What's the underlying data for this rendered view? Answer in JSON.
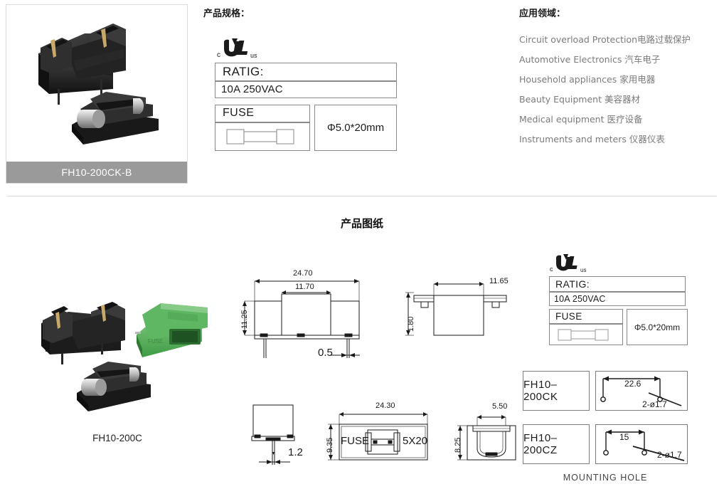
{
  "top": {
    "product_photo": {
      "caption": "FH10-200CK-B",
      "alt_name": "fuse-holder-photo"
    },
    "spec_heading": "产品规格：",
    "spec_table": {
      "ul_mark": "ul-certification-mark",
      "ul_prefix": "c",
      "ul_suffix": "us",
      "rating_label": "RATIG:",
      "rating_value": "10A 250VAC",
      "fuse_label": "FUSE",
      "fuse_symbol": "fuse-cartridge-symbol",
      "fuse_dimension": "Φ5.0*20mm"
    },
    "applications_heading": "应用领域：",
    "applications": [
      "Circuit overload Protection电路过载保护",
      "Automotive Electronics 汽车电子",
      "Household appliances 家用电器",
      "Beauty Equipment 美容器材",
      "Medical equipment 医疗设备",
      "Instruments and meters 仪器仪表"
    ]
  },
  "drawings": {
    "section_title": "产品图纸",
    "photo_caption": "FH10-200C",
    "front_view": {
      "overall_width": "24.70",
      "inner_width": "11.70",
      "height": "11.25",
      "pin_width": "0.5"
    },
    "top_view": {
      "cover_width": "11.65",
      "thickness": "1.80"
    },
    "bottom_left_view": {
      "pin_thickness": "1.2"
    },
    "bottom_mid_view": {
      "width": "24.30",
      "height": "9.35",
      "fuse_label": "FUSE",
      "fuse_size": "5X20"
    },
    "bottom_right_view": {
      "width": "5.50",
      "height": "8.25"
    },
    "spec_table": {
      "ul_mark": "ul-certification-mark",
      "ul_prefix": "c",
      "ul_suffix": "us",
      "rating_label": "RATIG:",
      "rating_value": "10A 250VAC",
      "fuse_label": "FUSE",
      "fuse_symbol": "fuse-cartridge-symbol",
      "fuse_dimension": "Φ5.0*20mm"
    },
    "mounting": {
      "title": "MOUNTING HOLE",
      "rows": [
        {
          "model": "FH10–200CK",
          "pitch": "22.6",
          "hole": "2-ø1.7"
        },
        {
          "model": "FH10–200CZ",
          "pitch": "15",
          "hole": "2-ø1.7"
        }
      ]
    }
  },
  "colors": {
    "caption_bar": "#9a9a9a",
    "app_text": "#7b7b7b",
    "line": "#8a8a8a",
    "green_part": "#4caf50"
  }
}
